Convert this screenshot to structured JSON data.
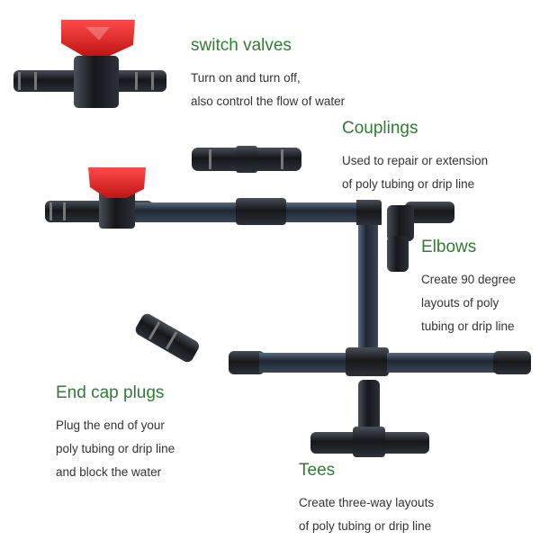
{
  "colors": {
    "heading": "#2e7d32",
    "body_text": "#333333",
    "fitting": "#1a1c20",
    "valve_handle": "#e02020",
    "tubing": "#2a3340"
  },
  "sections": {
    "switch_valves": {
      "heading": "switch valves",
      "lines": [
        "Turn on and turn off,",
        "also control the flow of water"
      ]
    },
    "couplings": {
      "heading": "Couplings",
      "lines": [
        "Used to repair or extension",
        "of poly tubing or drip line"
      ]
    },
    "elbows": {
      "heading": "Elbows",
      "lines": [
        "Create 90 degree",
        "layouts of poly",
        "tubing or drip line"
      ]
    },
    "end_cap_plugs": {
      "heading": "End cap plugs",
      "lines": [
        "Plug the end of your",
        "poly tubing or drip line",
        "and block the water"
      ]
    },
    "tees": {
      "heading": "Tees",
      "lines": [
        "Create three-way layouts",
        "of poly tubing or drip line"
      ]
    }
  }
}
